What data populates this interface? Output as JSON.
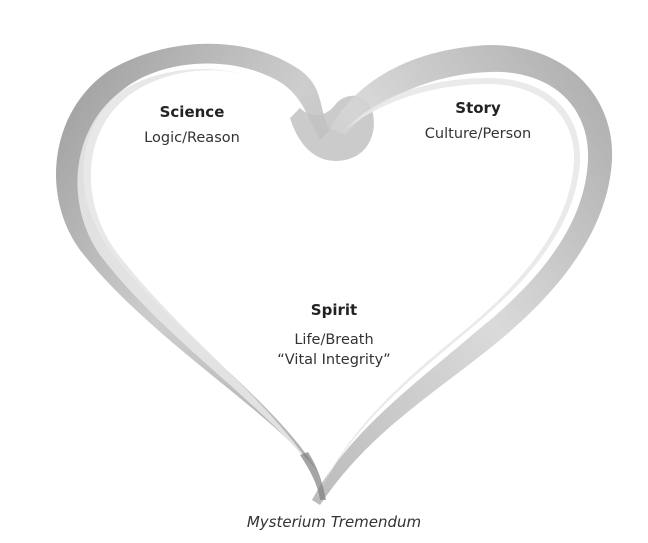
{
  "diagram": {
    "sections": [
      {
        "title": "Science",
        "lines": [
          "Logic/Reason"
        ]
      },
      {
        "title": "Story",
        "lines": [
          "Culture/Person"
        ]
      },
      {
        "title": "Spirit",
        "lines": [
          "Life/Breath",
          "“Vital Integrity”"
        ]
      }
    ],
    "caption": "Mysterium Tremendum"
  },
  "colors": {
    "heart_outer": "#bdbdbd",
    "heart_inner": "#dcdcdc",
    "heart_shadow": "#9a9a9a",
    "text": "#2a2a2a"
  }
}
